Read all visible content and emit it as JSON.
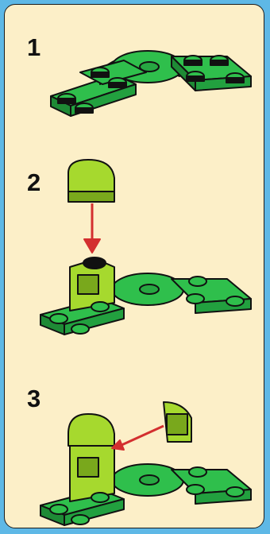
{
  "steps": [
    {
      "number": "1",
      "illustration": "base-plate"
    },
    {
      "number": "2",
      "illustration": "add-curved-slope-on-bracket"
    },
    {
      "number": "3",
      "illustration": "attach-second-curved-slope-to-bracket-side"
    }
  ],
  "colors": {
    "background": "#5EB8E6",
    "panel": "#FCEFC8",
    "brick_green": "#2FBF4C",
    "brick_green_dark": "#1E8A35",
    "brick_lime": "#A6D92E",
    "brick_lime_dark": "#79A81C",
    "arrow": "#D32F2F",
    "outline": "#111111"
  }
}
